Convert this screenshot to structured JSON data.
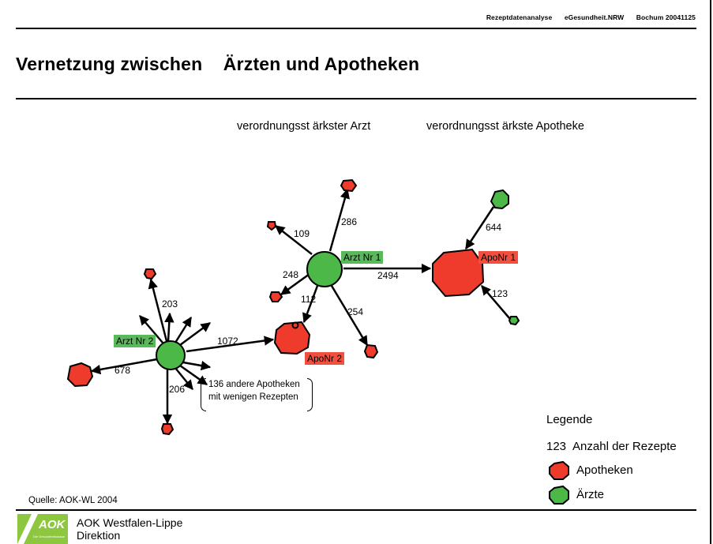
{
  "header": {
    "info": [
      "Rezeptdatenanalyse",
      "eGesundheit.NRW",
      "Bochum 20041125"
    ],
    "title_part1": "Vernetzung zwischen",
    "title_part2": "Ärzten und Apotheken"
  },
  "column_headings": {
    "doctor": "verordnungsst ärkster Arzt",
    "pharmacy": "verordnungsst ärkste Apotheke"
  },
  "nodes": {
    "arzt1": "Arzt Nr 1",
    "arzt2": "Arzt Nr 2",
    "apo1": "ApoNr 1",
    "apo2": "ApoNr 2"
  },
  "edge_labels": {
    "e286": "286",
    "e109": "109",
    "e248": "248",
    "e112": "112",
    "e254": "254",
    "e2494": "2494",
    "e644": "644",
    "e123": "123",
    "e203": "203",
    "e1072": "1072",
    "e678": "678",
    "e206": "206"
  },
  "brace_note": {
    "line1": "136 andere Apotheken",
    "line2": "mit wenigen Rezepten"
  },
  "legend": {
    "title": "Legende",
    "count_sample": "123",
    "count_label": "Anzahl der Rezepte",
    "pharmacies": "Apotheken",
    "doctors": "Ärzte"
  },
  "colors": {
    "pharmacy": "#ee3b2b",
    "doctor": "#4cb848",
    "logo": "#8dc63f"
  },
  "footer": {
    "source": "Quelle: AOK-WL 2004",
    "logo_text": "AOK",
    "logo_tagline": "Die Gesundheitskasse",
    "org_line1": "AOK Westfalen-Lippe",
    "org_line2": "Direktion"
  }
}
